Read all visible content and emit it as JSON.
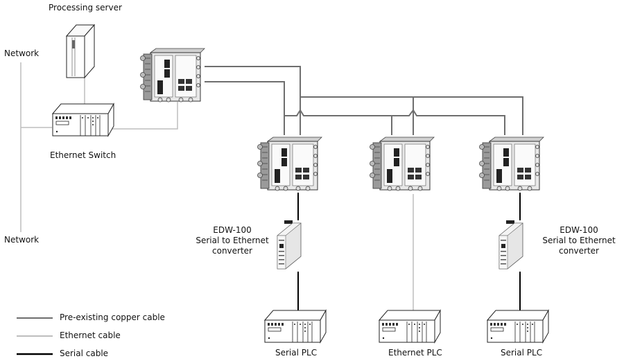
{
  "labels": {
    "processing_server": "Processing server",
    "network_top": "Network",
    "network_bottom": "Network",
    "ethernet_switch": "Ethernet Switch",
    "edw_left": [
      "EDW-100",
      "Serial to Ethernet",
      "converter"
    ],
    "edw_right": [
      "EDW-100",
      "Serial to Ethernet",
      "converter"
    ],
    "plc_left": "Serial PLC",
    "plc_mid": "Ethernet PLC",
    "plc_right": "Serial PLC"
  },
  "legend": [
    {
      "label": "Pre-existing copper cable",
      "color": "#6e6e6e"
    },
    {
      "label": "Ethernet cable",
      "color": "#bdbdbd"
    },
    {
      "label": "Serial cable",
      "color": "#000000"
    }
  ],
  "colors": {
    "copper": "#6e6e6e",
    "ethernet": "#bdbdbd",
    "serial": "#000000"
  }
}
